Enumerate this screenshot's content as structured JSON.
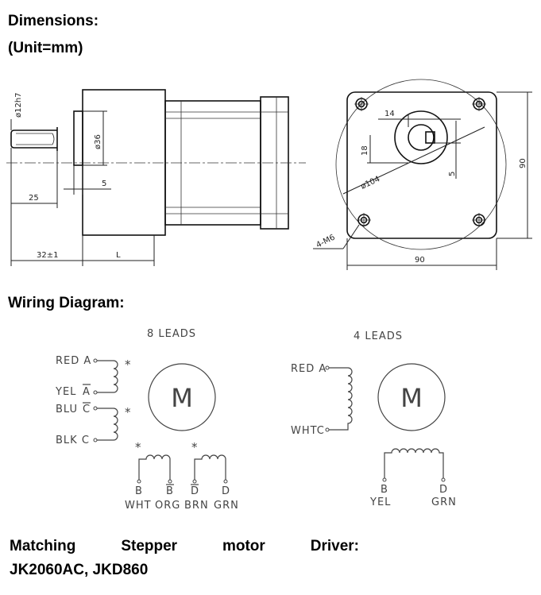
{
  "headings": {
    "dimensions": "Dimensions:",
    "unit": "(Unit=mm)",
    "wiring": "Wiring Diagram:"
  },
  "side_view": {
    "shaft_dia": "ø12h7",
    "pilot_dia": "ø36",
    "dim_25": "25",
    "dim_5": "5",
    "dim_32": "32±1",
    "dim_L": "L"
  },
  "front_view": {
    "dim_14": "14",
    "dim_18": "18",
    "dim_5": "5",
    "bolt_circle": "ø104",
    "holes": "4-M6",
    "width": "90",
    "height": "90"
  },
  "wiring": {
    "eight_leads_title": "8 LEADS",
    "four_leads_title": "4 LEADS",
    "motor_symbol": "M",
    "star": "*",
    "eight": {
      "red_a": "RED A",
      "yel_a_prefix": "YEL ",
      "yel_a_letter": "A",
      "blu_c_prefix": "BLU ",
      "blu_c_letter": "C",
      "blk_c": "BLK C",
      "b1": "B",
      "b2": "B",
      "d1": "D",
      "d2": "D",
      "wht": "WHT",
      "org": "ORG",
      "brn": "BRN",
      "grn": "GRN"
    },
    "four": {
      "red_a": "RED A",
      "whtc": "WHTC",
      "b": "B",
      "d": "D",
      "yel": "YEL",
      "grn": "GRN"
    }
  },
  "driver": {
    "w1": "Matching",
    "w2": "Stepper",
    "w3": "motor",
    "w4": "Driver:",
    "models": "JK2060AC,  JKD860"
  }
}
